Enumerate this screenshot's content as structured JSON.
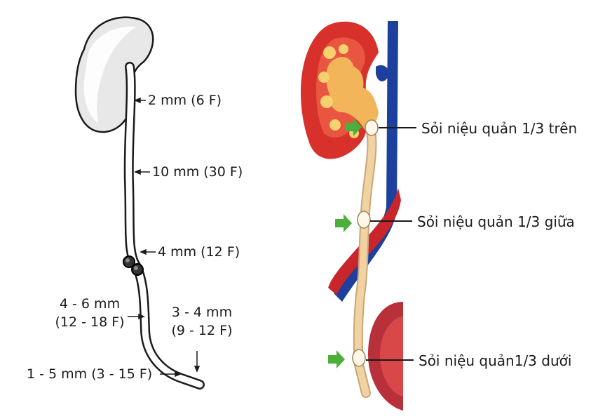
{
  "left_diagram": {
    "labels": {
      "pelvis_junction": "2 mm (6 F)",
      "mid_ureter": "10 mm (30 F)",
      "iliac_crossing": "4 mm (12 F)",
      "lower_ureter_line1": "4 - 6 mm",
      "lower_ureter_line2": "(12 - 18 F)",
      "intramural_line1": "3 - 4 mm",
      "intramural_line2": "(9 - 12 F)",
      "orifice": "1 - 5 mm (3 - 15 F)"
    }
  },
  "right_diagram": {
    "labels": {
      "upper_stone": "Sỏi niệu quản 1/3 trên",
      "middle_stone": "Sỏi niệu quản 1/3 giữa",
      "lower_stone": "Sỏi niệu quản1/3 dưới"
    },
    "colors": {
      "kidney_cortex": "#d8302a",
      "urine_tract": "#f0d3a0",
      "vein": "#1d3f9e",
      "artery": "#c8262a",
      "arrow": "#4caf3c"
    }
  }
}
